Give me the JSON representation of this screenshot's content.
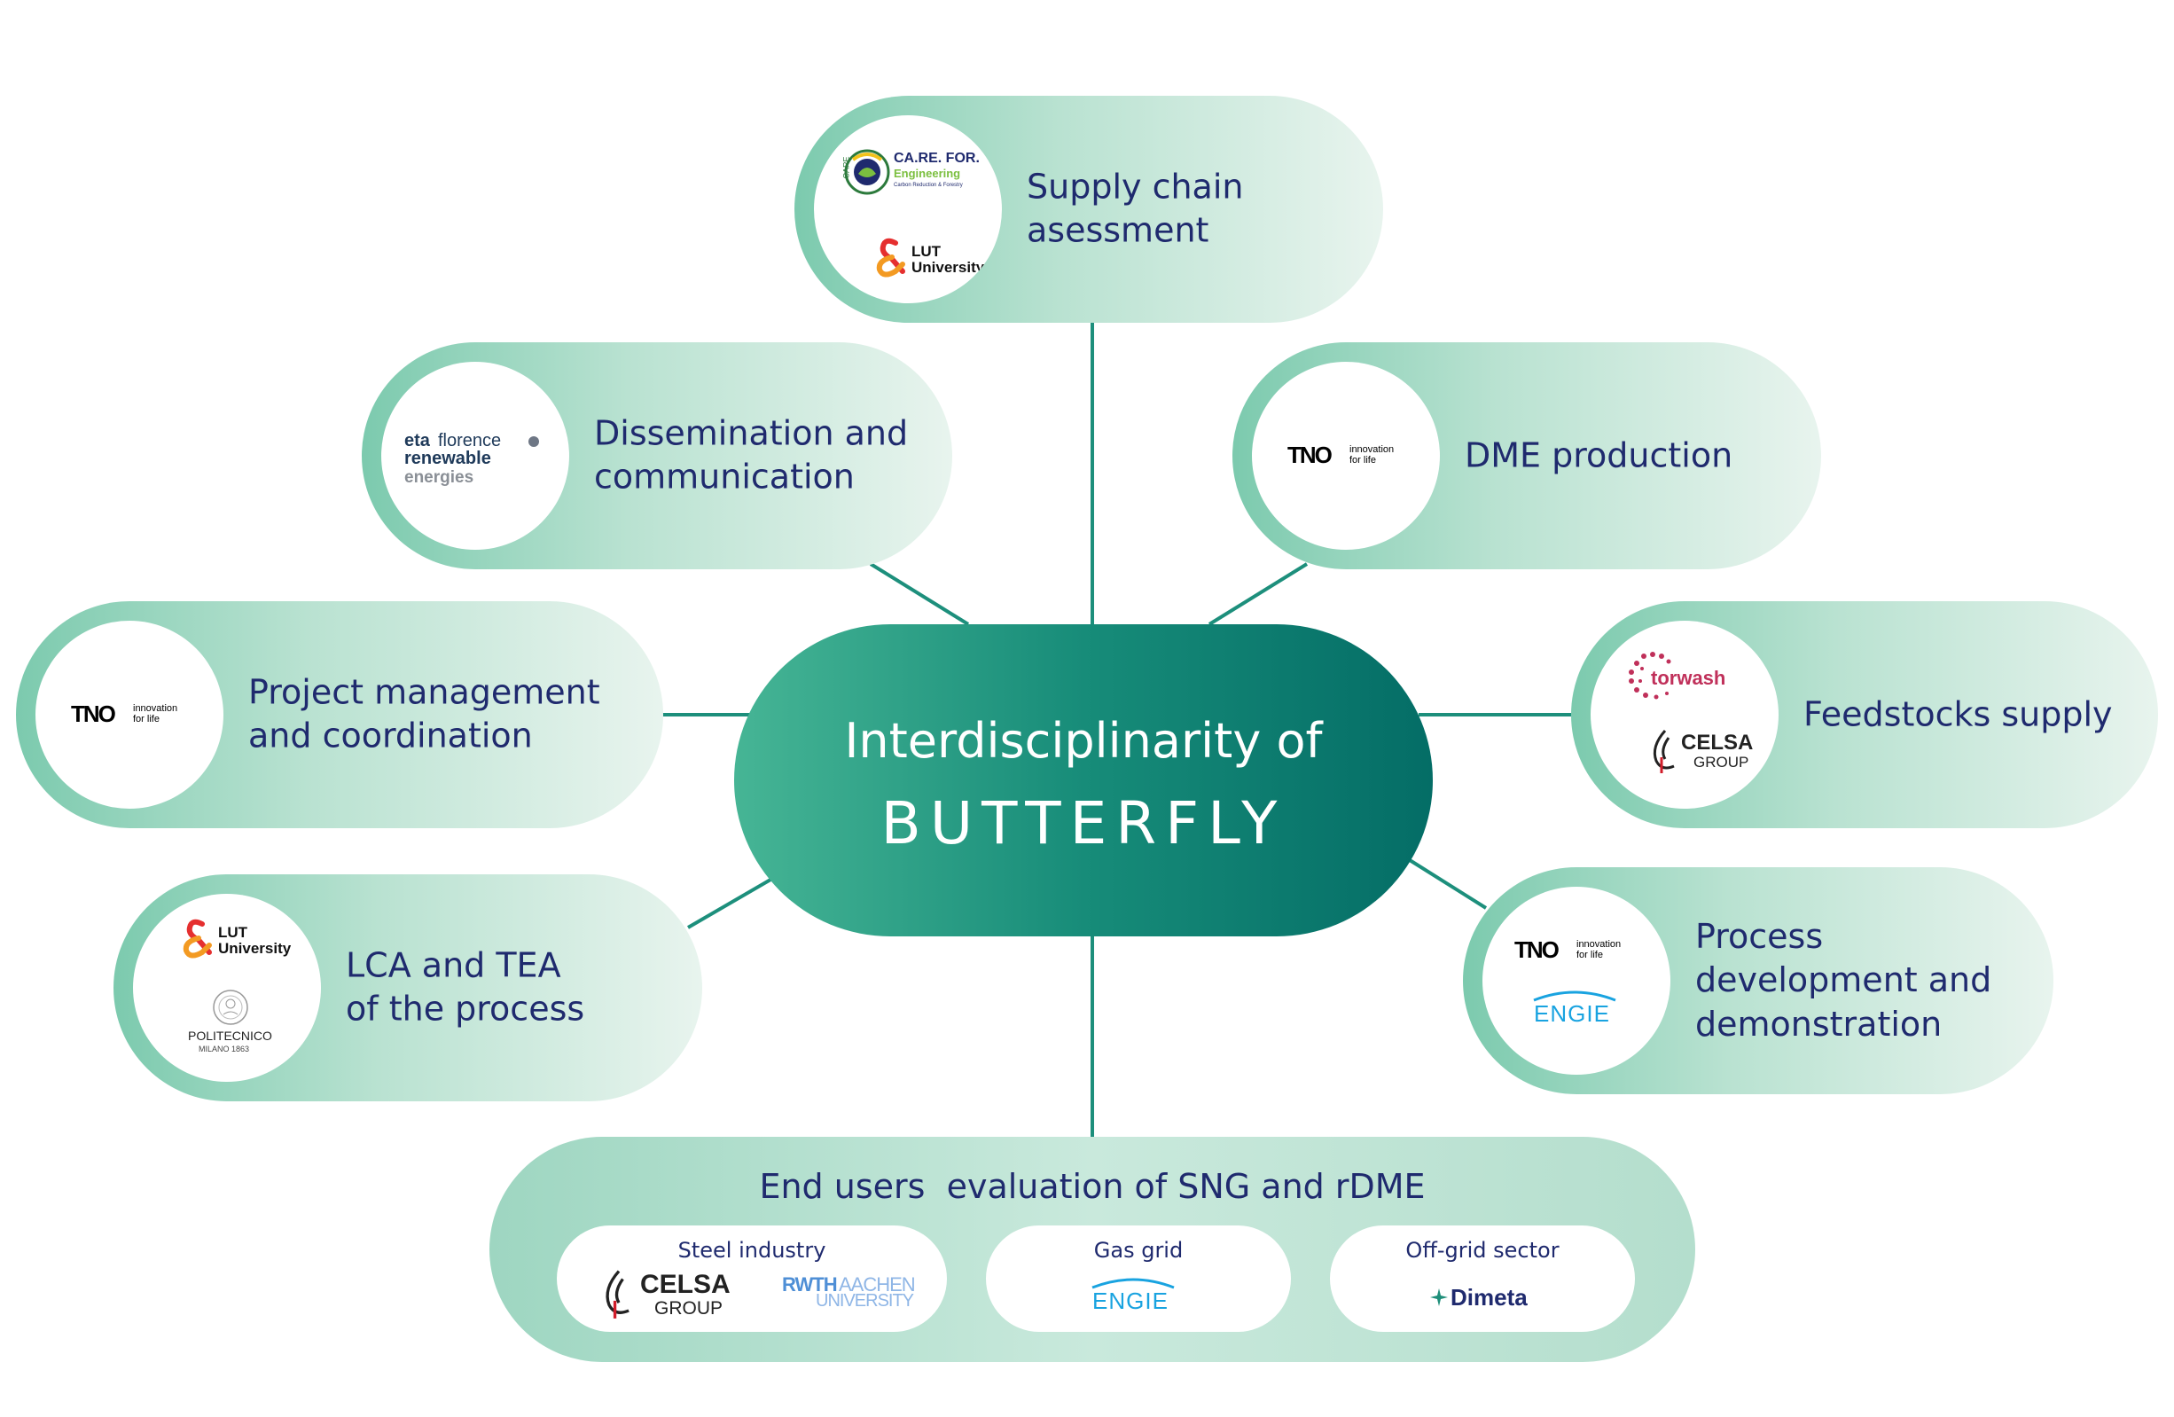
{
  "hub": {
    "line1": "Interdisciplinarity of",
    "line2": "BUTTERFLY"
  },
  "nodes": {
    "supply_chain": {
      "lines": [
        "Supply chain",
        "asessment"
      ]
    },
    "dissemination": {
      "lines": [
        "Dissemination and",
        "communication"
      ]
    },
    "dme": {
      "lines": [
        "DME production"
      ]
    },
    "project_mgmt": {
      "lines": [
        "Project management",
        "and coordination"
      ]
    },
    "feedstocks": {
      "lines": [
        "Feedstocks supply"
      ]
    },
    "lca": {
      "lines": [
        "LCA and TEA",
        "of the process"
      ]
    },
    "process_dev": {
      "lines": [
        "Process",
        "development and",
        "demonstration"
      ]
    }
  },
  "end_users": {
    "title": "End users  evaluation of SNG and rDME",
    "sectors": [
      {
        "title": "Steel industry"
      },
      {
        "title": "Gas grid"
      },
      {
        "title": "Off-grid sector"
      }
    ]
  },
  "logos": {
    "care_for": {
      "name": "CA.RE. FOR.",
      "sub": "Engineering",
      "tag": "Carbon Reduction & Forestry",
      "ring": "CARE"
    },
    "lut": {
      "line1": "LUT",
      "line2": "University"
    },
    "tno": {
      "name": "TNO",
      "tag1": "innovation",
      "tag2": "for life"
    },
    "eta": {
      "l1a": "eta",
      "l1b": "florence",
      "l2": "renewable",
      "l3": "energies"
    },
    "torwash": {
      "name": "torwash"
    },
    "celsa": {
      "name": "CELSA",
      "sub": "GROUP"
    },
    "polimi": {
      "name": "POLITECNICO",
      "sub": "MILANO 1863"
    },
    "engie": {
      "name": "ENGIE"
    },
    "rwth": {
      "l1a": "RWTH",
      "l1b": "AACHEN",
      "l2": "UNIVERSITY"
    },
    "dimeta": {
      "name": "Dimeta"
    }
  },
  "colors": {
    "text": "#1f2a6e",
    "connector": "#1d8f7c",
    "hub_start": "#46b595",
    "hub_end": "#046d66",
    "tno_teal": "#1e8f88",
    "lut_red": "#e52f2f",
    "lut_orange": "#f39a22",
    "engie": "#19a3e0",
    "torwash": "#c0305a",
    "rwth": "#4f8fd6"
  }
}
